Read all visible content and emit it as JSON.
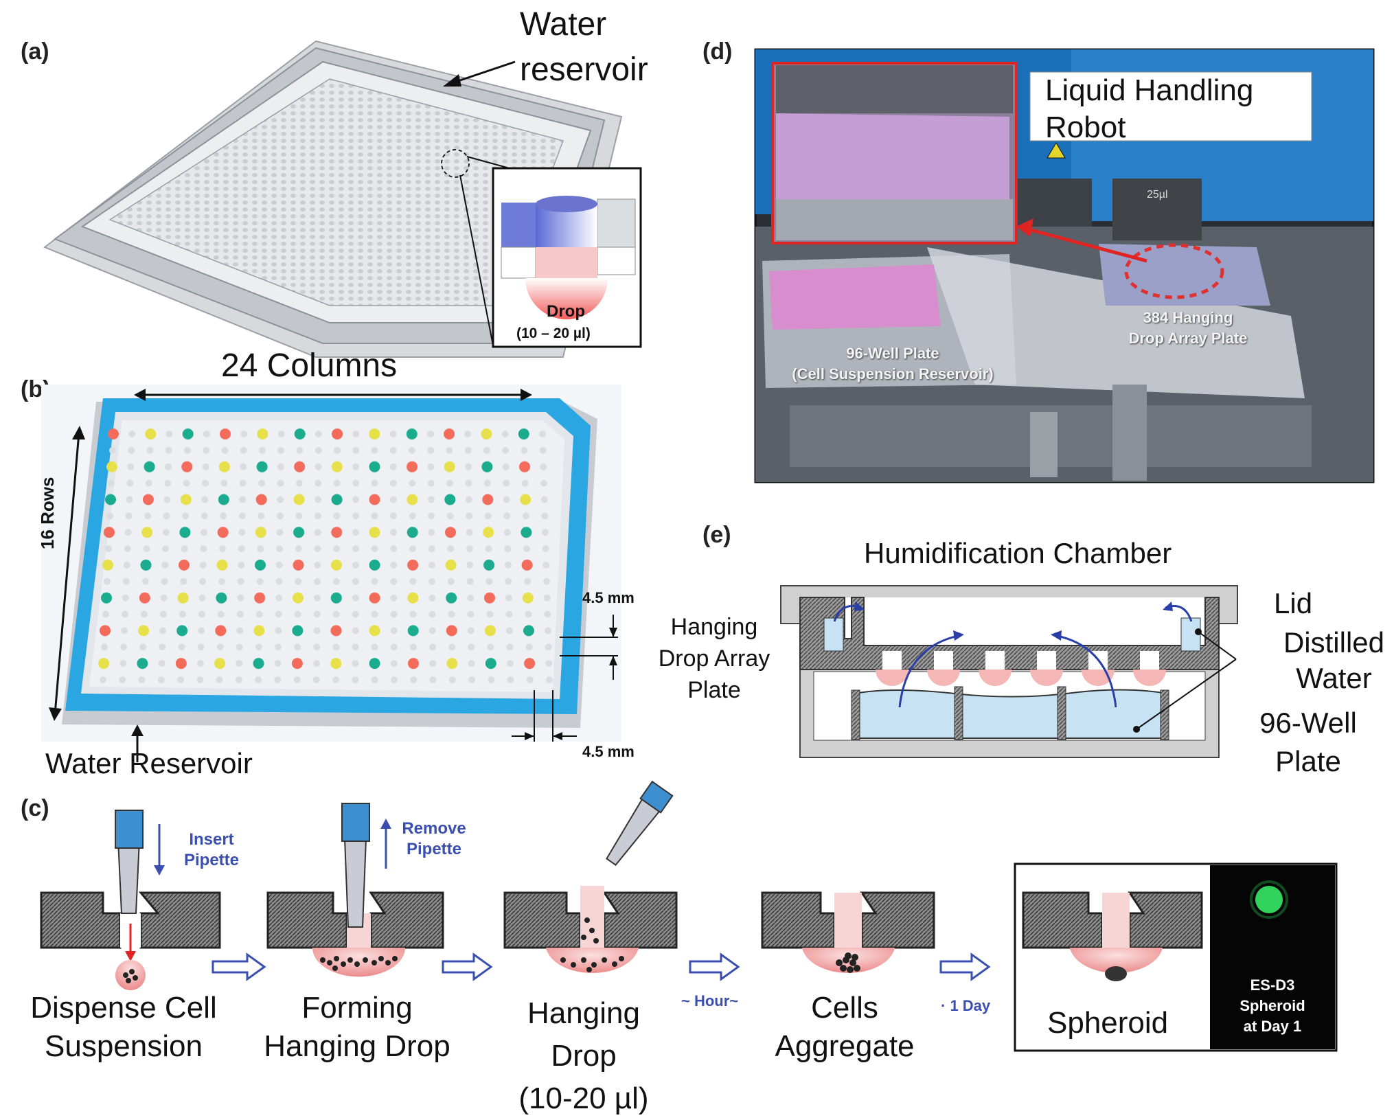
{
  "panels": {
    "a": "(a)",
    "b": "(b)",
    "c": "(c)",
    "d": "(d)",
    "e": "(e)"
  },
  "panel_a": {
    "water_reservoir": [
      "Water",
      "reservoir"
    ],
    "drop_label": "Drop",
    "drop_volume": "(10  –  20 µl)"
  },
  "panel_b": {
    "columns": "24 Columns",
    "rows": "16 Rows",
    "spacing_right": "4.5 mm",
    "spacing_bottom": "4.5 mm",
    "water_reservoir": "Water Reservoir",
    "hanging_drop_array_plate": [
      "Hanging",
      "Drop Array",
      "Plate"
    ],
    "well_colors": {
      "red": "#f26b5b",
      "yellow": "#e8e04a",
      "teal": "#1bab8f",
      "empty": "#d9dde2",
      "reservoir": "#2aa6e3"
    }
  },
  "panel_c": {
    "insert_pipette": [
      "Insert",
      "Pipette"
    ],
    "remove_pipette": [
      "Remove",
      "Pipette"
    ],
    "step1": [
      "Dispense Cell",
      "Suspension"
    ],
    "step2": [
      "Forming",
      "Hanging Drop"
    ],
    "step3": [
      "Hanging",
      "Drop",
      "(10-20 µl)"
    ],
    "step4": [
      "Cells",
      "Aggregate"
    ],
    "step5": "Spheroid",
    "arrow3_label": "~ Hour~",
    "arrow4_label": "· 1 Day",
    "fluorescence_caption": [
      "ES-D3",
      "Spheroid",
      "at Day 1"
    ]
  },
  "panel_d": {
    "robot_label": [
      "Liquid Handling",
      "Robot"
    ],
    "plate_384": [
      "384 Hanging",
      "Drop Array Plate"
    ],
    "plate_96": [
      "96-Well Plate",
      "(Cell Suspension Reservoir)"
    ],
    "tip_marker": "25µl"
  },
  "panel_e": {
    "title": "Humidification Chamber",
    "lid": "Lid",
    "distilled_water": [
      "Distilled",
      "Water"
    ],
    "well_plate": [
      "96-Well",
      "Plate"
    ]
  }
}
